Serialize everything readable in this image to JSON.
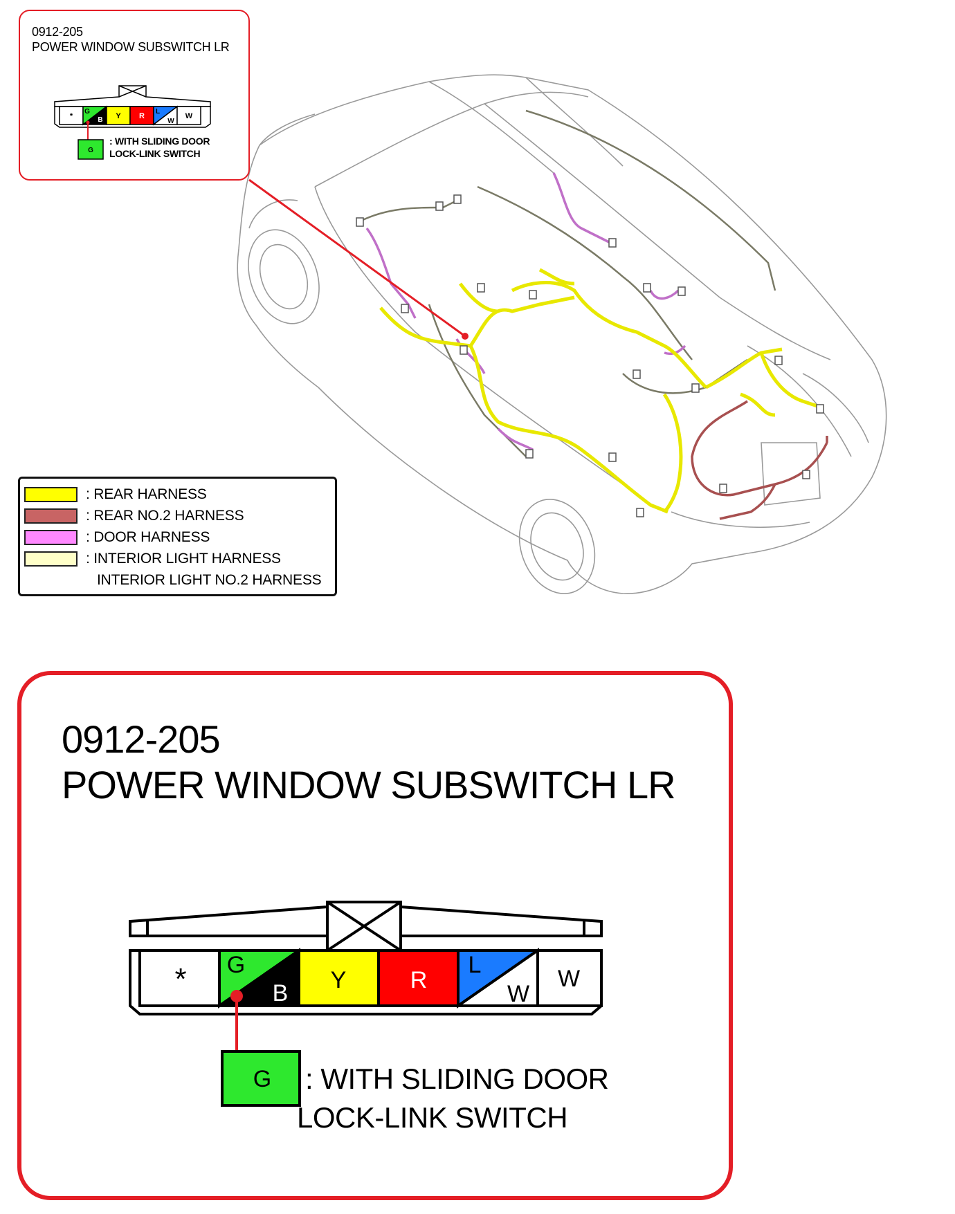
{
  "connector": {
    "code": "0912-205",
    "name": "POWER WINDOW SUBSWITCH LR",
    "pins": [
      {
        "label": "*",
        "color": "#ffffff"
      },
      {
        "label_top": "G",
        "label_bottom": "B",
        "color_top": "#2ee82e",
        "color_bottom": "#000000"
      },
      {
        "label": "Y",
        "color": "#ffff00"
      },
      {
        "label": "R",
        "color": "#ff0000"
      },
      {
        "label_top": "L",
        "label_bottom": "W",
        "color_top": "#1a7bff",
        "color_bottom": "#ffffff"
      },
      {
        "label": "W",
        "color": "#ffffff"
      }
    ],
    "option_wire": {
      "label": "G",
      "color": "#2ee82e"
    },
    "option_note_line1": ": WITH SLIDING DOOR",
    "option_note_line2": "LOCK-LINK SWITCH"
  },
  "legend": {
    "items": [
      {
        "label": ": REAR HARNESS",
        "color": "#ffff00"
      },
      {
        "label": ": REAR NO.2 HARNESS",
        "color": "#c86464"
      },
      {
        "label": ": DOOR HARNESS",
        "color": "#ff88ff"
      },
      {
        "label": ": INTERIOR LIGHT HARNESS",
        "color": "#ffffc8"
      },
      {
        "label": "INTERIOR LIGHT NO.2 HARNESS",
        "color": ""
      }
    ]
  },
  "colors": {
    "callout_border": "#e41e26",
    "rear_harness": "#e8e800",
    "rear_no2_harness": "#a85050",
    "door_harness": "#c070c8",
    "interior_light_harness": "#7a7a66"
  }
}
